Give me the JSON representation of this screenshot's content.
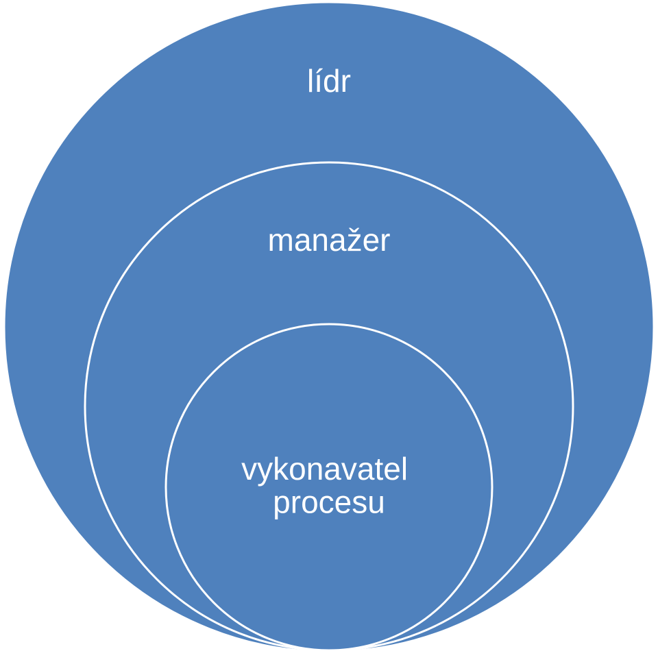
{
  "diagram": {
    "type": "nested-circles",
    "fill_color": "#4f81bd",
    "outline_color": "#ffffff",
    "circles": [
      {
        "label_lines": [
          "lídr"
        ]
      },
      {
        "label_lines": [
          "manažer"
        ]
      },
      {
        "label_lines": [
          "vykonavatel",
          "procesu"
        ]
      }
    ]
  }
}
